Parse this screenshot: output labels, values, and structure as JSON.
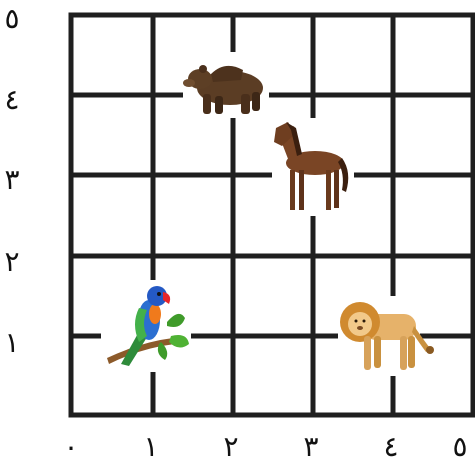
{
  "grid": {
    "columns": 5,
    "rows": 5,
    "line_color": "#1f1f1f",
    "background": "#ffffff"
  },
  "axes": {
    "x_ticks": [
      "٠",
      "١",
      "٢",
      "٣",
      "٤",
      "٥"
    ],
    "y_ticks": [
      "١",
      "٢",
      "٣",
      "٤",
      "٥"
    ]
  },
  "animals": [
    {
      "name": "bear",
      "grid_x": 2,
      "grid_y": 4.2,
      "icon": "bear-icon"
    },
    {
      "name": "horse",
      "grid_x": 3,
      "grid_y": 3.0,
      "icon": "horse-icon"
    },
    {
      "name": "parrot",
      "grid_x": 1,
      "grid_y": 1.0,
      "icon": "parrot-icon"
    },
    {
      "name": "lion",
      "grid_x": 4,
      "grid_y": 1.0,
      "icon": "lion-icon"
    }
  ]
}
